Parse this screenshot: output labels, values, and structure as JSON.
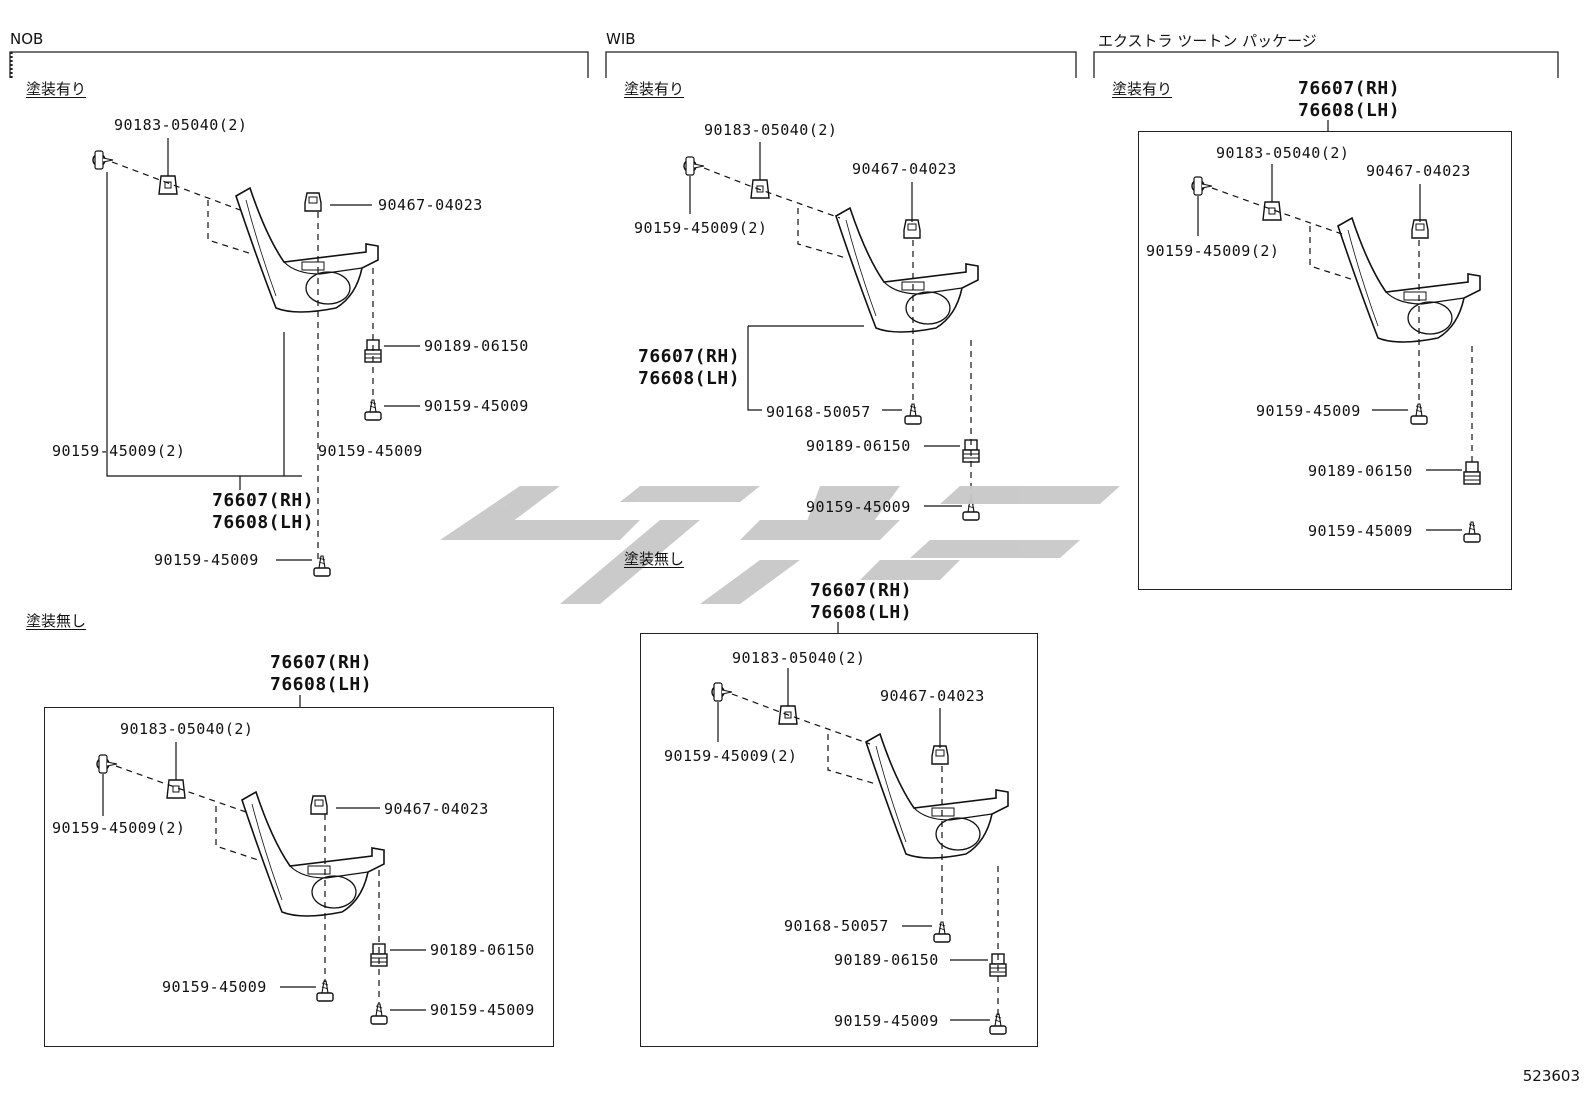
{
  "sections": {
    "nob": {
      "title": "NOB",
      "painted_label": "塗装有り",
      "unpainted_label": "塗装無し"
    },
    "wib": {
      "title": "WIB",
      "painted_label": "塗装有り",
      "unpainted_label": "塗装無し"
    },
    "extra": {
      "title": "エクストラ ツートン パッケージ",
      "painted_label": "塗装有り"
    }
  },
  "assembly": {
    "rh": "76607(RH)",
    "lh": "76608(LH)"
  },
  "parts": {
    "nut": "90183-05040(2)",
    "screw_x2": "90159-45009(2)",
    "screw": "90159-45009",
    "clip": "90467-04023",
    "retainer": "90189-06150",
    "bolt": "90168-50057"
  },
  "ref_number": "523603",
  "watermark_colour": "#c8c8c8"
}
